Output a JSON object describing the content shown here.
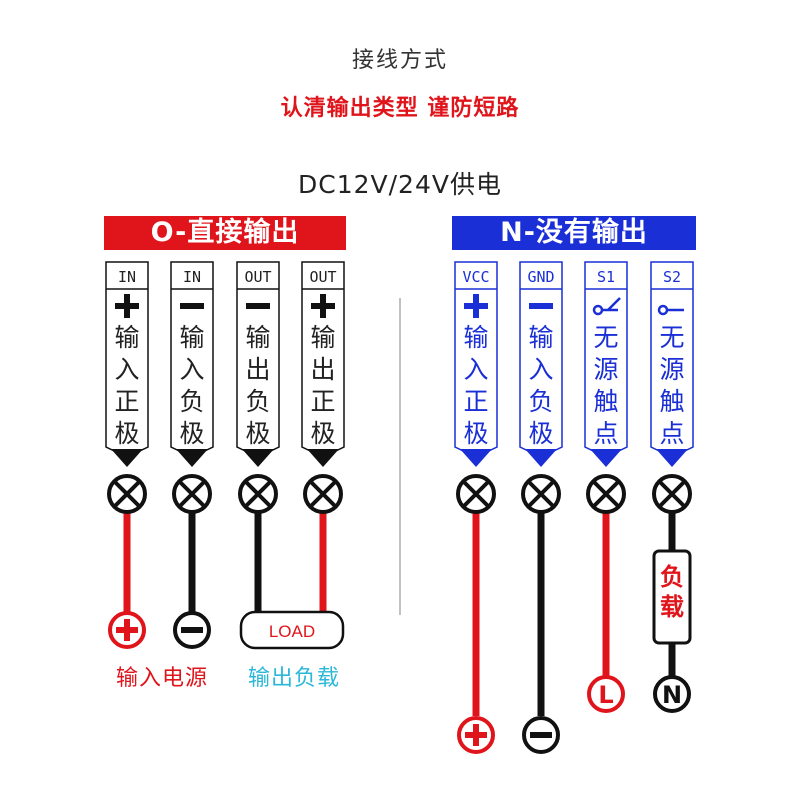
{
  "title": "接线方式",
  "warning": "认清输出类型 谨防短路",
  "power": "DC12V/24V供电",
  "mode_o": {
    "banner": "O-直接输出",
    "terminals": [
      {
        "label": "IN",
        "sign": "+",
        "text": "输入正极"
      },
      {
        "label": "IN",
        "sign": "−",
        "text": "输入负极"
      },
      {
        "label": "OUT",
        "sign": "−",
        "text": "输出负极"
      },
      {
        "label": "OUT",
        "sign": "+",
        "text": "输出正极"
      }
    ],
    "load_label": "LOAD",
    "input_label": "输入电源",
    "output_label": "输出负载"
  },
  "mode_n": {
    "banner": "N-没有输出",
    "terminals": [
      {
        "label": "VCC",
        "sign": "+",
        "text": "输入正极"
      },
      {
        "label": "GND",
        "sign": "−",
        "text": "输入负极"
      },
      {
        "label": "S1",
        "sign": "switch",
        "text": "无源触点"
      },
      {
        "label": "S2",
        "sign": "contact",
        "text": "无源触点"
      }
    ],
    "load_label": "负载",
    "l_label": "L",
    "n_label": "N"
  },
  "colors": {
    "red": "#e0141b",
    "blue": "#1a2fd6",
    "cyan": "#2bb8d8",
    "black": "#111111"
  }
}
